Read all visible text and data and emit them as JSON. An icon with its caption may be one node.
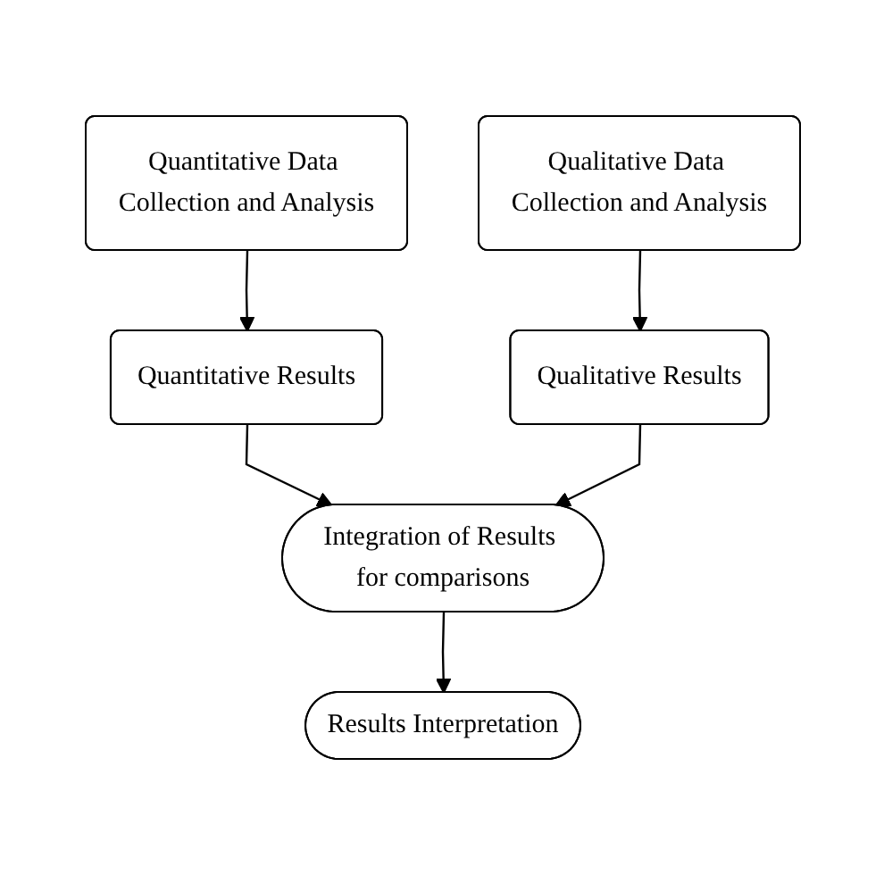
{
  "diagram": {
    "nodes": [
      {
        "text": [
          "Quantitative Data Collection and Analysis"
        ]
      },
      {
        "text": [
          "Qualitative Data Collection and Analysis"
        ]
      },
      {
        "text": [
          "Quantitative Results"
        ]
      },
      {
        "text": [
          "Qualitative Results"
        ]
      },
      {
        "text": [
          "Integration of Results for comparisons"
        ]
      },
      {
        "text": [
          "Results Interpretation"
        ]
      }
    ],
    "edges": [
      {
        "from": 0,
        "to": 2,
        "arrow": "to"
      },
      {
        "from": 1,
        "to": 3,
        "arrow": "to"
      },
      {
        "from": 2,
        "to": 4,
        "arrow": "to"
      },
      {
        "from": 3,
        "to": 4,
        "arrow": "to"
      },
      {
        "from": 4,
        "to": 5,
        "arrow": "to"
      }
    ]
  }
}
